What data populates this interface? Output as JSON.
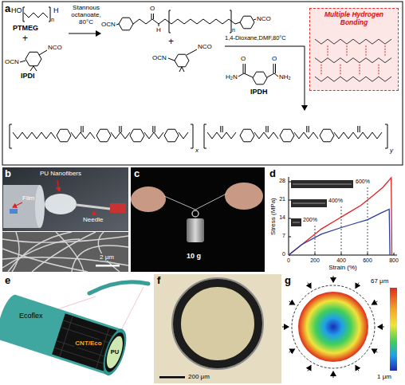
{
  "diagram": {
    "nodes": [
      {
        "text": [
          "Multiple Hydrogen Bonding"
        ]
      }
    ],
    "labels": [
      "a",
      "HO",
      "n",
      "H",
      "PTMEG",
      "+",
      "OCN",
      "NCO",
      "IPDI",
      "Stannous octanoate, 80°C",
      "OCN",
      "O",
      "H",
      "n",
      "NCO",
      "+",
      "OCN",
      "NCO",
      "1,4-Dioxane,DMF,80°C",
      "H₂N",
      "NH₂",
      "O",
      "O",
      "IPDH",
      "x",
      "y",
      "b",
      "PU Nanofibers",
      "Film",
      "Needle",
      "2 μm",
      "c",
      "10 g",
      "d",
      "Stress (MPa)",
      "0",
      "7",
      "14",
      "21",
      "28",
      "0",
      "200",
      "400",
      "600",
      "800",
      "Strain (%)",
      "600%",
      "400%",
      "200%",
      "e",
      "Ecoflex",
      "CNT/Eco",
      "PU",
      "f",
      "200 μm",
      "g",
      "67 μm",
      "1 μm"
    ]
  }
}
